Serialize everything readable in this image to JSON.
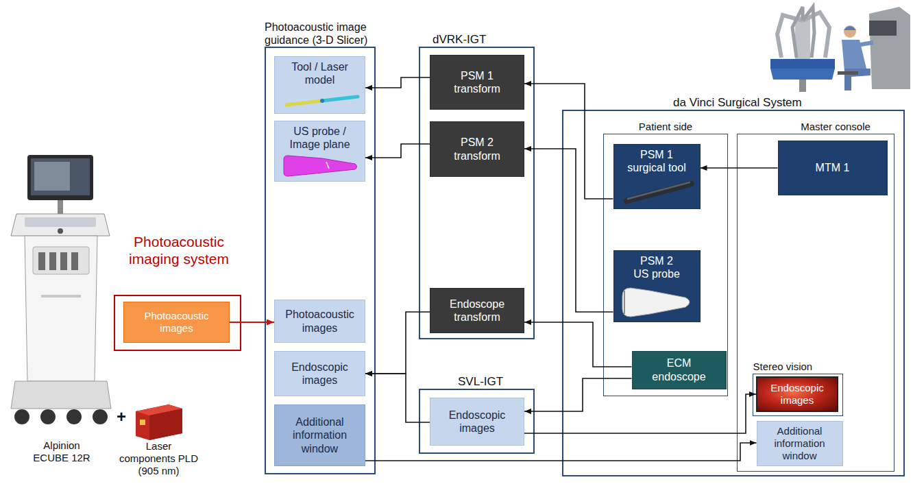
{
  "diagram": {
    "nodes": [
      {
        "text": [
          "Photoacoustic imaging system"
        ]
      },
      {
        "text": [
          "Photoacoustic images"
        ],
        "in": 0
      },
      {
        "text": [
          "Photoacoustic image guidance (3-D Slicer)"
        ]
      },
      {
        "text": [
          "Tool / Laser model"
        ],
        "in": 2
      },
      {
        "text": [
          "US probe / Image plane"
        ],
        "in": 2
      },
      {
        "text": [
          "Photoacoustic images"
        ],
        "in": 2
      },
      {
        "text": [
          "Endoscopic images"
        ],
        "in": 2
      },
      {
        "text": [
          "Additional information window"
        ],
        "in": 2
      },
      {
        "text": [
          "dVRK-IGT"
        ]
      },
      {
        "text": [
          "PSM 1 transform"
        ],
        "in": 8
      },
      {
        "text": [
          "PSM 2 transform"
        ],
        "in": 8
      },
      {
        "text": [
          "Endoscope transform"
        ],
        "in": 8
      },
      {
        "text": [
          "SVL-IGT"
        ]
      },
      {
        "text": [
          "Endoscopic images"
        ],
        "in": 12
      },
      {
        "text": [
          "da Vinci Surgical System"
        ]
      },
      {
        "text": [
          "Patient side"
        ],
        "in": 14
      },
      {
        "text": [
          "PSM 1 surgical tool"
        ],
        "in": 15
      },
      {
        "text": [
          "PSM 2 US probe"
        ],
        "in": 15
      },
      {
        "text": [
          "ECM endoscope"
        ],
        "in": 15
      },
      {
        "text": [
          "Master console"
        ],
        "in": 14
      },
      {
        "text": [
          "MTM 1"
        ],
        "in": 19
      },
      {
        "text": [
          "Stereo vision"
        ],
        "in": 19
      },
      {
        "text": [
          "Endoscopic images"
        ],
        "in": 21
      },
      {
        "text": [
          "Additional information window"
        ],
        "in": 19
      }
    ],
    "edges": [
      {
        "from": 1,
        "to": 5,
        "arrow": "to"
      },
      {
        "from": 9,
        "to": 3,
        "arrow": "to"
      },
      {
        "from": 10,
        "to": 4,
        "arrow": "to"
      },
      {
        "from": 16,
        "to": 9,
        "arrow": "to"
      },
      {
        "from": 17,
        "to": 10,
        "arrow": "to"
      },
      {
        "from": 20,
        "to": 16,
        "arrow": "to"
      },
      {
        "from": 18,
        "to": 11,
        "arrow": "to"
      },
      {
        "from": 11,
        "to": 6,
        "arrow": "to"
      },
      {
        "from": 18,
        "to": 13,
        "arrow": "to"
      },
      {
        "from": 13,
        "to": 6,
        "arrow": "to"
      },
      {
        "from": 13,
        "to": 22,
        "arrow": "to"
      },
      {
        "from": 7,
        "to": 23,
        "arrow": "to"
      }
    ],
    "labels": [
      "Alpinion ECUBE 12R",
      "+",
      "Laser components PLD (905 nm)"
    ]
  }
}
